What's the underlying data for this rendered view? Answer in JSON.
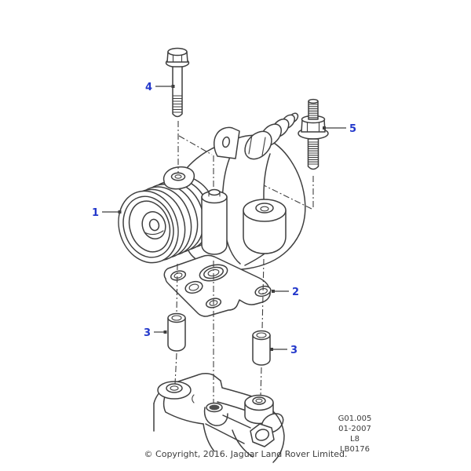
{
  "callouts": {
    "pulley": "1",
    "gasket": "2",
    "dowel_left": "3",
    "dowel_right": "3",
    "bolt": "4",
    "stud": "5"
  },
  "reference": {
    "line1": "G01.005",
    "line2": "01-2007",
    "line3": "L8",
    "line4": "LB0176"
  },
  "footer": {
    "copyright": "© Copyright, 2016. Jaguar Land Rover Limited."
  },
  "colors": {
    "callout": "#2338cb",
    "line": "#3f3f3f",
    "bg": "#ffffff"
  }
}
